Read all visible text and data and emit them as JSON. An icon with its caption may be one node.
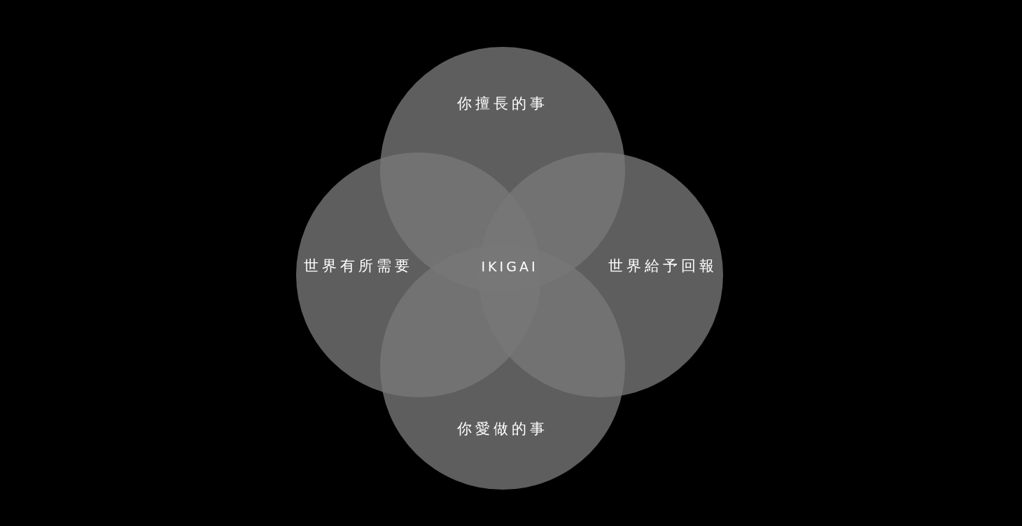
{
  "diagram": {
    "nodes": [
      {
        "text": [
          "你擅長的事"
        ]
      },
      {
        "text": [
          "世界有所需要"
        ]
      },
      {
        "text": [
          "世界給予回報"
        ]
      },
      {
        "text": [
          "你愛做的事"
        ]
      }
    ],
    "labels": [
      "IKIGAI"
    ]
  }
}
